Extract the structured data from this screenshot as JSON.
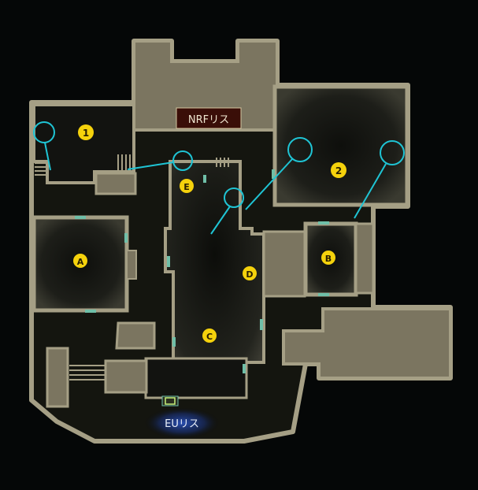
{
  "spawns": {
    "nrf": "NRFリス",
    "eu": "EUリス"
  },
  "markers": {
    "floor_1": "1",
    "floor_2": "2",
    "site_a": "A",
    "site_b": "B",
    "site_c": "C",
    "site_d": "D",
    "site_e": "E"
  },
  "colors": {
    "background": "#050707",
    "wall": "#a59f85",
    "walkway": "#7b7560",
    "room_dark": "#151613",
    "door": "#6fbfa8",
    "marker_fill": "#f5d20c",
    "pointer": "#1fc4d4",
    "nrf_bg": "#3a0e08",
    "eu_glow": "#1c3a86"
  },
  "icons": {
    "pointer": "circle-pointer-icon",
    "stairs": "stairs-icon",
    "exit": "exit-door-icon"
  }
}
